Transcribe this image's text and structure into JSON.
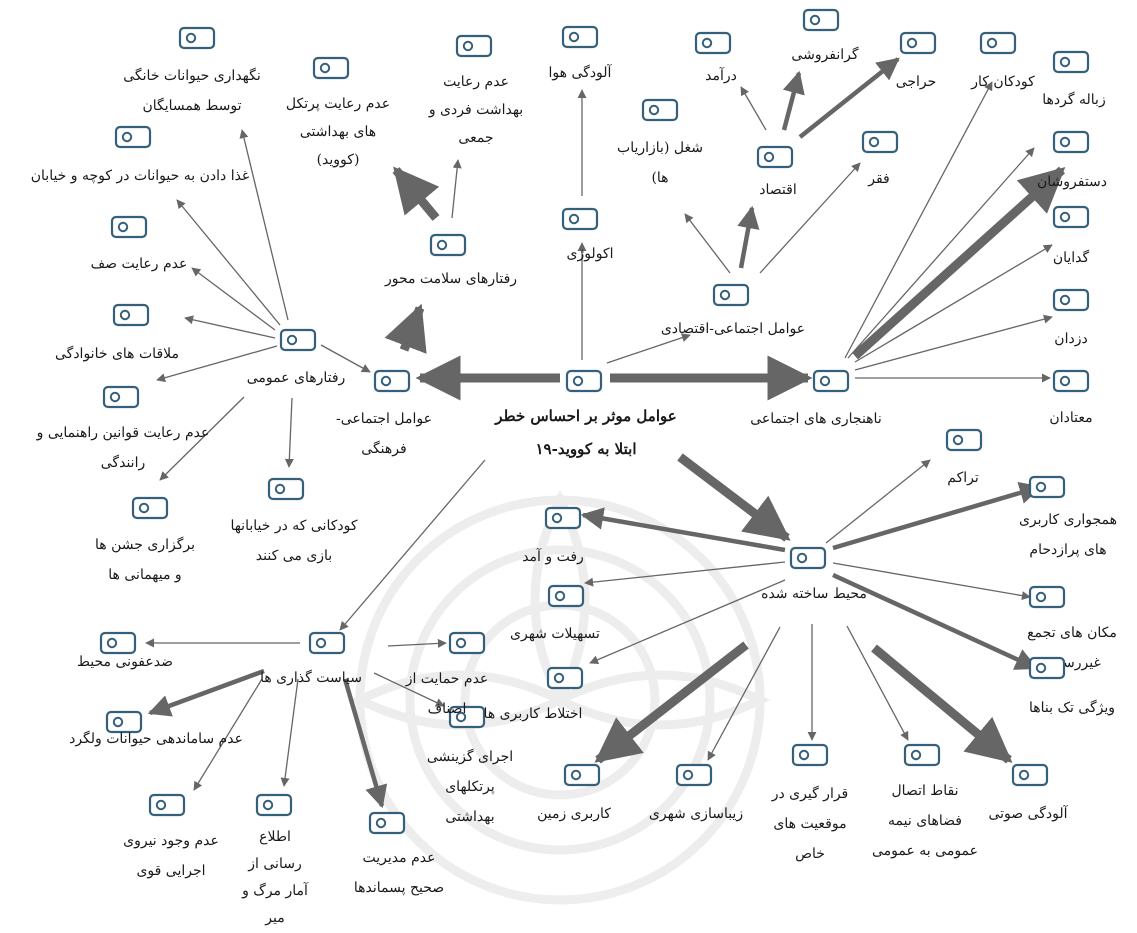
{
  "nodes": {
    "center": {
      "label": [
        "عوامل موثر بر احساس خطر",
        "ابتلا به کووید-۱۹"
      ]
    },
    "socio_cultural": {
      "label": [
        "عوامل اجتماعی-",
        "فرهنگی"
      ]
    },
    "social_anomie": {
      "label": [
        "ناهنجاری های اجتماعی"
      ]
    },
    "built_env": {
      "label": [
        "محیط ساخته شده"
      ]
    },
    "policy": {
      "label": [
        "سیاست گذاری ها"
      ]
    },
    "public_behav": {
      "label": [
        "رفتارهای عمومی"
      ]
    },
    "health_behav": {
      "label": [
        "رفتارهای سلامت محور"
      ]
    },
    "ecology": {
      "label": [
        "اکولوژی"
      ]
    },
    "socio_econ": {
      "label": [
        "عوامل اجتماعی-اقتصادی"
      ]
    },
    "economy": {
      "label": [
        "اقتصاد"
      ]
    },
    "air_pollution": {
      "label": [
        "آلودگی هوا"
      ]
    },
    "no_hygiene": {
      "label": [
        "عدم رعایت",
        "بهداشت فردی و",
        "جمعی"
      ]
    },
    "no_protocol": {
      "label": [
        "عدم رعایت پرتکل",
        "های بهداشتی",
        "(کووید)"
      ]
    },
    "pet_keeping": {
      "label": [
        "نگهداری حیوانات خانگی",
        "توسط همسایگان"
      ]
    },
    "feeding": {
      "label": [
        "غذا دادن به حیوانات در کوچه و خیابان"
      ]
    },
    "queue": {
      "label": [
        "عدم رعایت صف"
      ]
    },
    "family_visits": {
      "label": [
        "ملاقات های خانوادگی"
      ]
    },
    "traffic_rules": {
      "label": [
        "عدم رعایت قوانین راهنمایی و",
        "رانندگی"
      ]
    },
    "celebrations": {
      "label": [
        "برگزاری جشن ها",
        "و میهمانی ها"
      ]
    },
    "children_play": {
      "label": [
        "کودکانی که در خیابانها",
        "بازی می کنند"
      ]
    },
    "disinfection": {
      "label": [
        "ضدعفونی محیط"
      ]
    },
    "stray_animals": {
      "label": [
        "عدم ساماندهی حیوانات ولگرد"
      ]
    },
    "no_force": {
      "label": [
        "عدم وجود نیروی",
        "اجرایی قوی"
      ]
    },
    "info_stats": {
      "label": [
        "اطلاع",
        "رسانی از",
        "آمار مرگ و",
        "میر"
      ]
    },
    "waste_mgmt": {
      "label": [
        "عدم مدیریت",
        "صحیح پسماندها"
      ]
    },
    "selective_exec": {
      "label": [
        "اجرای گزینشی",
        "پرتکلهای",
        "بهداشتی"
      ]
    },
    "no_support": {
      "label": [
        "عدم حمایت از",
        "اصناف"
      ]
    },
    "bazaar_job": {
      "label": [
        "شغل (بازاریاب",
        "ها)"
      ]
    },
    "income": {
      "label": [
        "درآمد"
      ]
    },
    "price_gouging": {
      "label": [
        "گرانفروشی"
      ]
    },
    "hawking": {
      "label": [
        "حراجی"
      ]
    },
    "poverty": {
      "label": [
        "فقر"
      ]
    },
    "child_labor": {
      "label": [
        "کودکان کار"
      ]
    },
    "scavengers": {
      "label": [
        "زباله گردها"
      ]
    },
    "peddlers": {
      "label": [
        "دستفروشان"
      ]
    },
    "beggars": {
      "label": [
        "گدایان"
      ]
    },
    "thieves": {
      "label": [
        "دزدان"
      ]
    },
    "addicts": {
      "label": [
        "معتادان"
      ]
    },
    "density": {
      "label": [
        "تراکم"
      ]
    },
    "land_use_adj": {
      "label": [
        "همجواری کاربری",
        "های پرازدحام"
      ]
    },
    "informal": {
      "label": [
        "مکان های تجمع",
        "غیررسمی"
      ]
    },
    "single_build": {
      "label": [
        "ویژگی تک بناها"
      ]
    },
    "noise": {
      "label": [
        "آلودگی صوتی"
      ]
    },
    "semi_public": {
      "label": [
        "نقاط اتصال",
        "فضاهای نیمه",
        "عمومی به عمومی"
      ]
    },
    "location": {
      "label": [
        "قرار گیری در",
        "موقعیت های",
        "خاص"
      ]
    },
    "beautify": {
      "label": [
        "زیباسازی شهری"
      ]
    },
    "land_use": {
      "label": [
        "کاربری زمین"
      ]
    },
    "mixed_use": {
      "label": [
        "اختلاط کاربری ها"
      ]
    },
    "facilities": {
      "label": [
        "تسهیلات شهری"
      ]
    },
    "commute": {
      "label": [
        "رفت و آمد"
      ]
    }
  },
  "edges": [
    {
      "from": "center",
      "to": "socio_cultural",
      "weight": "heavy"
    },
    {
      "from": "center",
      "to": "social_anomie",
      "weight": "heavy"
    },
    {
      "from": "center",
      "to": "built_env",
      "weight": "heavy"
    },
    {
      "from": "center",
      "to": "policy",
      "weight": "thin"
    },
    {
      "from": "center",
      "to": "ecology",
      "weight": "thin"
    },
    {
      "from": "center",
      "to": "socio_econ",
      "weight": "thin"
    },
    {
      "from": "socio_cultural",
      "to": "health_behav",
      "weight": "heavy"
    },
    {
      "from": "health_behav",
      "to": "no_protocol",
      "weight": "heavy"
    },
    {
      "from": "health_behav",
      "to": "no_hygiene",
      "weight": "thin"
    },
    {
      "from": "ecology",
      "to": "air_pollution",
      "weight": "thin"
    },
    {
      "from": "public_behav",
      "to": "socio_cultural",
      "weight": "thin"
    },
    {
      "from": "public_behav",
      "to": "pet_keeping",
      "weight": "thin"
    },
    {
      "from": "public_behav",
      "to": "feeding",
      "weight": "thin"
    },
    {
      "from": "public_behav",
      "to": "queue",
      "weight": "thin"
    },
    {
      "from": "public_behav",
      "to": "family_visits",
      "weight": "thin"
    },
    {
      "from": "public_behav",
      "to": "traffic_rules",
      "weight": "thin"
    },
    {
      "from": "public_behav",
      "to": "celebrations",
      "weight": "thin"
    },
    {
      "from": "public_behav",
      "to": "children_play",
      "weight": "thin"
    },
    {
      "from": "socio_econ",
      "to": "bazaar_job",
      "weight": "thin"
    },
    {
      "from": "socio_econ",
      "to": "economy",
      "weight": "medium"
    },
    {
      "from": "socio_econ",
      "to": "poverty",
      "weight": "thin"
    },
    {
      "from": "economy",
      "to": "income",
      "weight": "thin"
    },
    {
      "from": "economy",
      "to": "price_gouging",
      "weight": "medium"
    },
    {
      "from": "economy",
      "to": "hawking",
      "weight": "medium"
    },
    {
      "from": "social_anomie",
      "to": "child_labor",
      "weight": "thin"
    },
    {
      "from": "social_anomie",
      "to": "scavengers",
      "weight": "thin"
    },
    {
      "from": "social_anomie",
      "to": "peddlers",
      "weight": "heavy"
    },
    {
      "from": "social_anomie",
      "to": "beggars",
      "weight": "thin"
    },
    {
      "from": "social_anomie",
      "to": "thieves",
      "weight": "thin"
    },
    {
      "from": "social_anomie",
      "to": "addicts",
      "weight": "thin"
    },
    {
      "from": "built_env",
      "to": "density",
      "weight": "thin"
    },
    {
      "from": "built_env",
      "to": "land_use_adj",
      "weight": "medium"
    },
    {
      "from": "built_env",
      "to": "informal",
      "weight": "thin"
    },
    {
      "from": "built_env",
      "to": "single_build",
      "weight": "medium"
    },
    {
      "from": "built_env",
      "to": "noise",
      "weight": "heavy"
    },
    {
      "from": "built_env",
      "to": "semi_public",
      "weight": "thin"
    },
    {
      "from": "built_env",
      "to": "location",
      "weight": "thin"
    },
    {
      "from": "built_env",
      "to": "beautify",
      "weight": "thin"
    },
    {
      "from": "built_env",
      "to": "land_use",
      "weight": "heavy"
    },
    {
      "from": "built_env",
      "to": "mixed_use",
      "weight": "thin"
    },
    {
      "from": "built_env",
      "to": "facilities",
      "weight": "thin"
    },
    {
      "from": "built_env",
      "to": "commute",
      "weight": "medium"
    },
    {
      "from": "policy",
      "to": "disinfection",
      "weight": "thin"
    },
    {
      "from": "policy",
      "to": "stray_animals",
      "weight": "medium"
    },
    {
      "from": "policy",
      "to": "no_force",
      "weight": "thin"
    },
    {
      "from": "policy",
      "to": "info_stats",
      "weight": "thin"
    },
    {
      "from": "policy",
      "to": "waste_mgmt",
      "weight": "medium"
    },
    {
      "from": "policy",
      "to": "selective_exec",
      "weight": "thin"
    },
    {
      "from": "policy",
      "to": "no_support",
      "weight": "thin"
    }
  ],
  "colors": {
    "node_border": "#35607c",
    "edge": "#666666",
    "text": "#1a1a1a"
  }
}
